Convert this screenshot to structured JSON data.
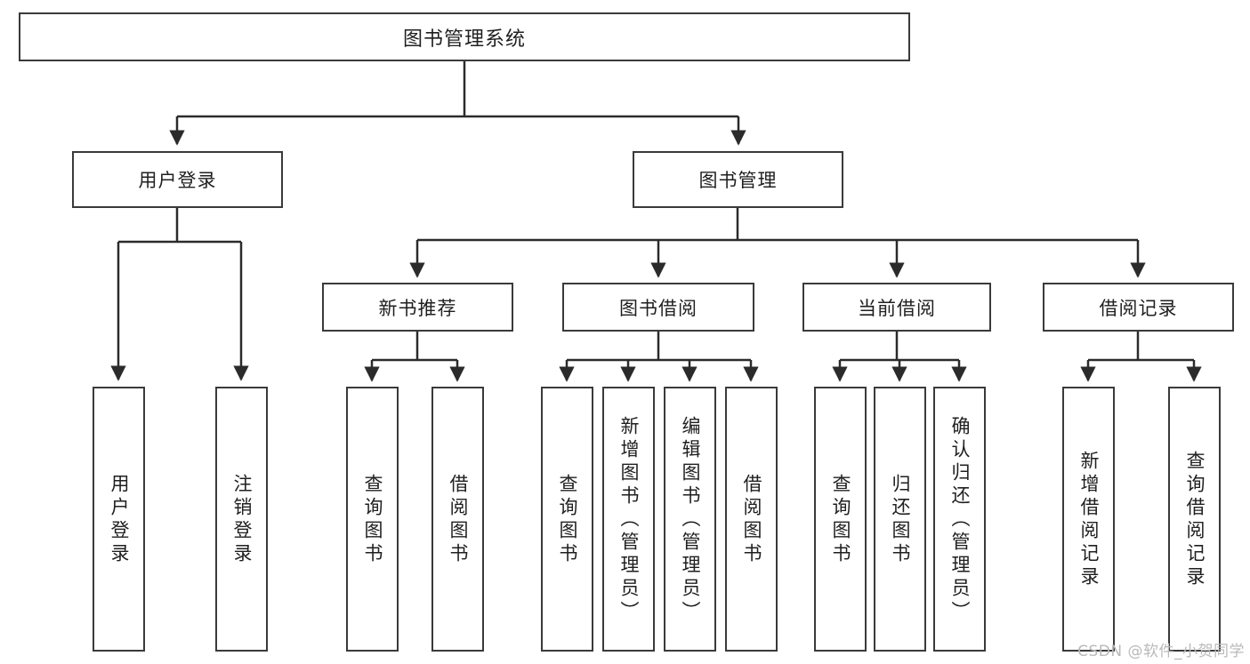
{
  "diagram": {
    "type": "tree-hierarchy-chart",
    "title": "图书管理系统",
    "watermark": "CSDN @软件_小贺同学",
    "colors": {
      "background": "#ffffff",
      "box_border": "#3a3a3a",
      "connector": "#2b2b2b",
      "text": "#1f1f1f",
      "watermark": "#b9b9b9"
    },
    "levels": {
      "root": {
        "label": "图书管理系统"
      },
      "level2": [
        {
          "id": "user-login",
          "label": "用户登录"
        },
        {
          "id": "book-manage",
          "label": "图书管理"
        }
      ],
      "level3": [
        {
          "id": "new-book-recommend",
          "label": "新书推荐",
          "parent": "book-manage"
        },
        {
          "id": "book-borrow",
          "label": "图书借阅",
          "parent": "book-manage"
        },
        {
          "id": "current-borrow",
          "label": "当前借阅",
          "parent": "book-manage"
        },
        {
          "id": "borrow-record",
          "label": "借阅记录",
          "parent": "book-manage"
        }
      ],
      "leaves": [
        {
          "id": "leaf-user-login",
          "label": "用户登录",
          "parent": "user-login"
        },
        {
          "id": "leaf-logout-login",
          "label": "注销登录",
          "parent": "user-login"
        },
        {
          "id": "leaf-query-book-1",
          "label": "查询图书",
          "parent": "new-book-recommend"
        },
        {
          "id": "leaf-borrow-book-1",
          "label": "借阅图书",
          "parent": "new-book-recommend"
        },
        {
          "id": "leaf-query-book-2",
          "label": "查询图书",
          "parent": "book-borrow"
        },
        {
          "id": "leaf-add-book",
          "label": "新增图书（管理员）",
          "parent": "book-borrow"
        },
        {
          "id": "leaf-edit-book",
          "label": "编辑图书（管理员）",
          "parent": "book-borrow"
        },
        {
          "id": "leaf-borrow-book-2",
          "label": "借阅图书",
          "parent": "book-borrow"
        },
        {
          "id": "leaf-query-book-3",
          "label": "查询图书",
          "parent": "current-borrow"
        },
        {
          "id": "leaf-return-book",
          "label": "归还图书",
          "parent": "current-borrow"
        },
        {
          "id": "leaf-confirm-return",
          "label": "确认归还（管理员）",
          "parent": "current-borrow"
        },
        {
          "id": "leaf-add-record",
          "label": "新增借阅记录",
          "parent": "borrow-record"
        },
        {
          "id": "leaf-query-record",
          "label": "查询借阅记录",
          "parent": "borrow-record"
        }
      ]
    }
  }
}
